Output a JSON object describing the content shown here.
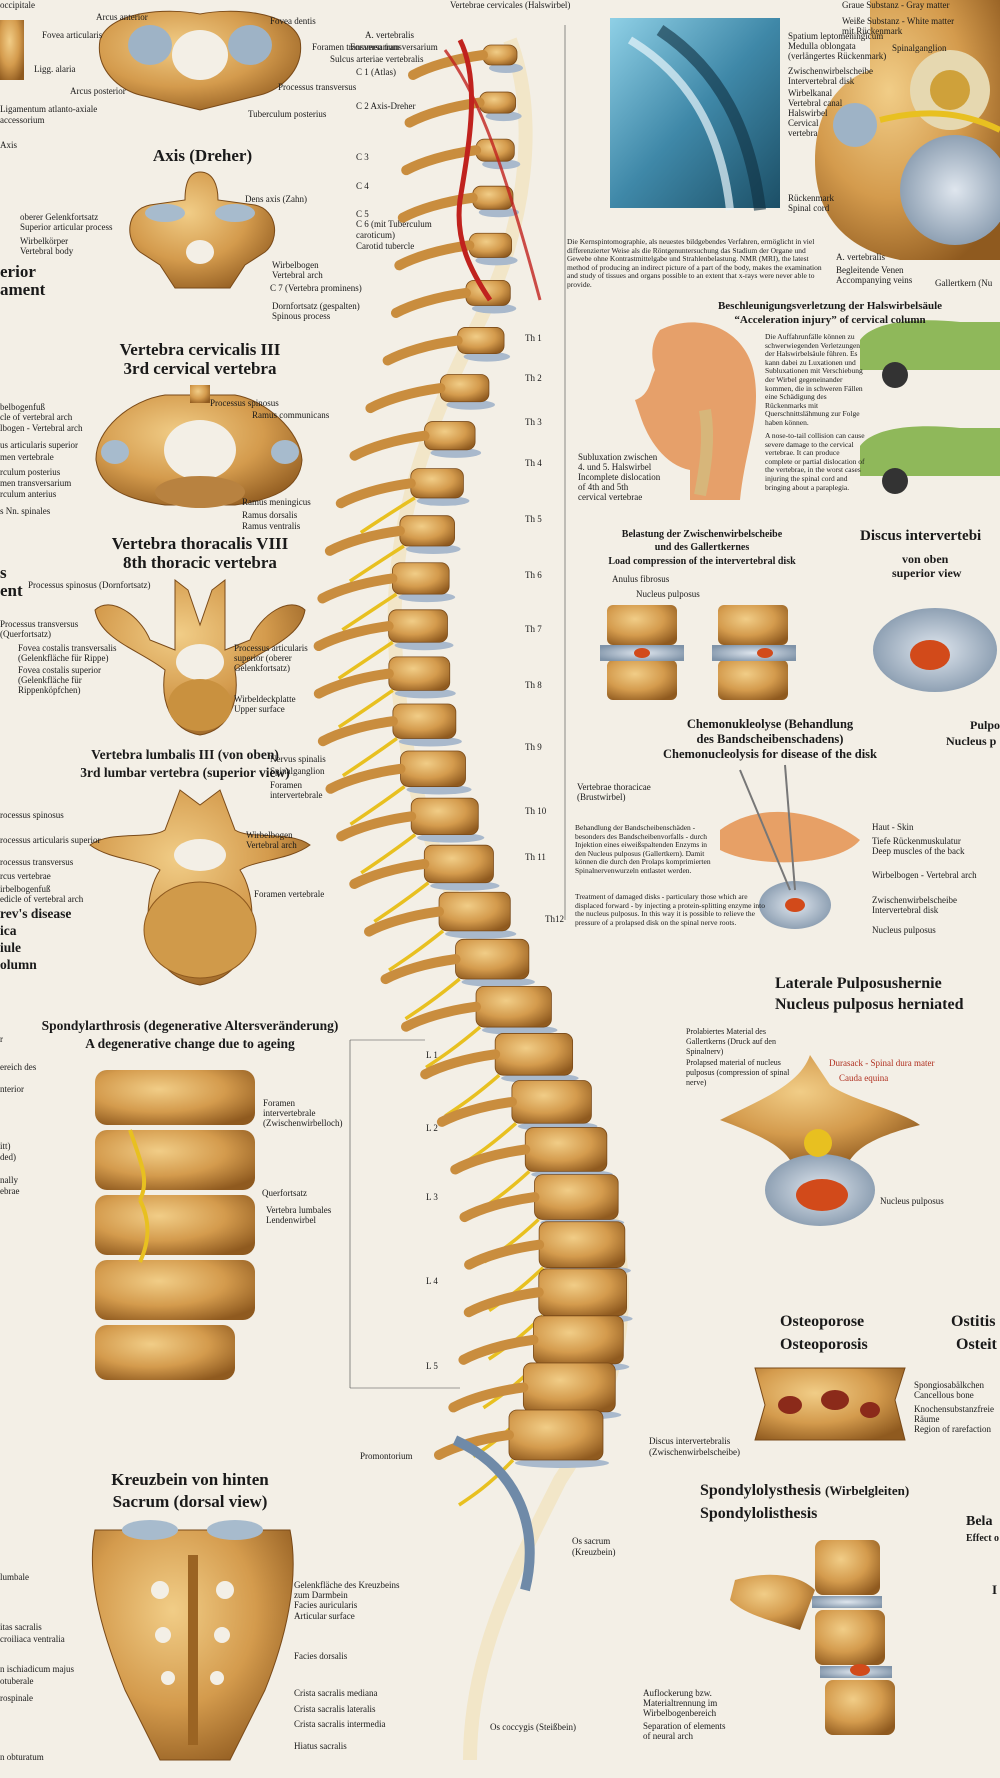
{
  "top_left": {
    "occipitale": "occipitale",
    "arcus_anterior": "Arcus anterior",
    "fovea_dentis": "Fovea dentis",
    "fovea_articularis": "Fovea articularis",
    "foramen_transversarium": "Foramen transversarium",
    "ligg_alaria": "Ligg. alaria",
    "processus_transversus": "Processus transversus",
    "arcus_posterior": "Arcus posterior",
    "ligamentum": "Ligamentum atlanto-axiale",
    "accessorium": "accessorium",
    "tuberculum_posterius": "Tuberculum posterius",
    "axis": "Axis"
  },
  "axis_section": {
    "title": "Axis (Dreher)",
    "dens": "Dens axis (Zahn)",
    "oberer": "oberer Gelenkfortsatz",
    "superior_articular": "Superior articular process",
    "wirbelkorper": "Wirbelkörper",
    "vertebral_body": "Vertebral body",
    "wirbelbogen": "Wirbelbogen",
    "vertebral_arch": "Vertebral arch",
    "dornfortsatz": "Dornfortsatz (gespalten)",
    "spinous": "Spinous process",
    "cut_1": "erior",
    "cut_2": "ament"
  },
  "cervical_section": {
    "title1": "Vertebra cervicalis III",
    "title2": "3rd cervical vertebra",
    "processus_spinosus": "Processus spinosus",
    "ramus_communicans": "Ramus communicans",
    "bogenfuss": "belbogenfuß",
    "cle_arch": "cle of vertebral arch",
    "bogen_arch": "lbogen - Vertebral arch",
    "articularis_sup": "us articularis superior",
    "men_vertebrale": "men vertebrale",
    "culum_posterius": "rculum posterius",
    "transversarium": "men transversarium",
    "culum_anterius": "rculum anterius",
    "nn_spinales": "s Nn. spinales"
  },
  "thoracic_section": {
    "title1": "Vertebra thoracalis VIII",
    "title2": "8th thoracic vertebra",
    "processus_spinosus": "Processus spinosus (Dornfortsatz)",
    "transversus1": "Processus transversus",
    "transversus2": "(Querfortsatz)",
    "fovea_trans1": "Fovea costalis transversalis",
    "fovea_trans2": "(Gelenkfläche für Rippe)",
    "fovea_sup1": "Fovea costalis superior",
    "fovea_sup2": "(Gelenkfläche für",
    "fovea_sup3": "Rippenköpfchen)",
    "art_sup1": "Processus articularis",
    "art_sup2": "superior (oberer",
    "art_sup3": "Gelenkfortsatz)",
    "deckplatte1": "Wirbeldeckplatte",
    "deckplatte2": "Upper surface",
    "cut_1": "s",
    "cut_2": "ent"
  },
  "lumbar_section": {
    "title1": "Vertebra lumbalis III (von oben)",
    "title2": "3rd lumbar vertebra (superior view)",
    "spinosus": "rocessus spinosus",
    "art_sup": "rocessus articularis superior",
    "transversus": "rocessus transversus",
    "arcus_vert": "rcus vertebrae",
    "bogenfuss": "irbelbogenfuß",
    "pedicle": "edicle of vertebral arch",
    "wirbelbogen": "Wirbelbogen",
    "vert_arch": "Vertebral arch",
    "foramen": "Foramen vertebrale",
    "disease1": "rev's disease",
    "disease2": "ica",
    "disease3": "iule",
    "disease4": "olumn"
  },
  "spondylarthrosis": {
    "title1": "Spondylarthrosis (degenerative Altersveränderung)",
    "title2": "A degenerative change due to ageing",
    "foramen1": "Foramen",
    "foramen2": "intervertebrale",
    "foramen3": "(Zwischenwirbelloch)",
    "querfortsatz": "Querfortsatz",
    "lumbales1": "Vertebra lumbales",
    "lumbales2": "Lendenwirbel",
    "left_cut": [
      "r",
      "ereich des",
      "nterior",
      "itt)",
      "ded)",
      "nally",
      "ebrae"
    ]
  },
  "sacrum": {
    "title1": "Kreuzbein von hinten",
    "title2": "Sacrum (dorsal view)",
    "gelenk1": "Gelenkfläche des Kreuzbeins",
    "gelenk2": "zum Darmbein",
    "gelenk3": "Facies auricularis",
    "gelenk4": "Articular surface",
    "facies_dorsalis": "Facies dorsalis",
    "crista_mediana": "Crista sacralis mediana",
    "crista_lateralis": "Crista sacralis lateralis",
    "crista_intermedia": "Crista sacralis intermedia",
    "hiatus": "Hiatus sacralis",
    "left_cut": [
      "lumbale",
      "itas sacralis",
      "croiliaca ventralia",
      "n ischiadicum majus",
      "otuberale",
      "rospinale",
      "n obturatum"
    ]
  },
  "spine": {
    "vertebrae_cervicales": "Vertebrae cervicales (Halswirbel)",
    "a_vertebralis": "A. vertebralis",
    "foramen_transversarium": "Foramen transversarium",
    "sulcus": "Sulcus arteriae vertebralis",
    "c1": "C 1 (Atlas)",
    "c2": "C 2 Axis-Dreher",
    "c3": "C 3",
    "c4": "C 4",
    "c5": "C 5",
    "c6a": "C 6 (mit Tuberculum",
    "c6b": "caroticum)",
    "carotid": "Carotid tubercle",
    "c7": "C 7 (Vertebra prominens)",
    "ramus_meningicus": "Ramus meningicus",
    "ramus_dorsalis": "Ramus dorsalis",
    "ramus_ventralis": "Ramus ventralis",
    "nervus_spinalis": "Nervus spinalis",
    "spinalganglion": "Spinalganglion",
    "foramen_iv1": "Foramen",
    "foramen_iv2": "intervertebrale",
    "th_labels": [
      "Th 1",
      "Th 2",
      "Th 3",
      "Th 4",
      "Th 5",
      "Th 6",
      "Th 7",
      "Th 8",
      "Th 9",
      "Th 10",
      "Th 11",
      "Th12"
    ],
    "thoracicae1": "Vertebrae thoracicae",
    "thoracicae2": "(Brustwirbel)",
    "l_labels": [
      "L 1",
      "L 2",
      "L 3",
      "L 4",
      "L 5"
    ],
    "promontorium": "Promontorium",
    "discus1": "Discus intervertebralis",
    "discus2": "(Zwischenwirbelscheibe)",
    "sacrum1": "Os sacrum",
    "sacrum2": "(Kreuzbein)",
    "coccygis": "Os coccygis (Steißbein)"
  },
  "mri": {
    "spatium1": "Spatium leptomeningicum",
    "medulla1": "Medulla oblongata",
    "medulla2": "(verlängertes Rückenmark)",
    "zwischen1": "Zwischenwirbelscheibe",
    "zwischen2": "Intervertebral disk",
    "kanal1": "Wirbelkanal",
    "kanal2": "Vertebral canal",
    "halswirbel1": "Halswirbel",
    "halswirbel2": "Cervical",
    "halswirbel3": "vertebra",
    "ruckenmark1": "Rückenmark",
    "ruckenmark2": "Spinal cord",
    "caption": "Die Kernspintomographie, als neuestes bildgebendes Verfahren, ermöglicht in viel differenzierter Weise als die Röntgenuntersuchung das Stadium der Organe und Gewebe ohne Kontrastmittelgabe und Strahlenbelastung. NMR (MRI), the latest method of producing an indirect picture of a part of the body, makes the examination and study of tissues and organs possible to an extent that x-rays were never able to provide."
  },
  "top_right": {
    "graue": "Graue Substanz - Gray matter",
    "weisse1": "Weiße Substanz - White matter",
    "weisse2": "mit Rückenmark",
    "spinalganglion": "Spinalganglion",
    "a_vert": "A. vertebralis",
    "venen1": "Begleitende Venen",
    "venen2": "Accompanying veins",
    "gallertkern": "Gallertkern (Nu"
  },
  "acceleration": {
    "title1": "Beschleunigungsverletzung der Halswirbelsäule",
    "title2": "“Acceleration injury” of cervical column",
    "german": "Die Auffahrunfälle können zu schwerwiegenden Verletzungen der Halswirbelsäule führen. Es kann dabei zu Luxationen und Subluxationen mit Verschiebung der Wirbel gegeneinander kommen, die in schweren Fällen eine Schädigung des Rückenmarks mit Querschnittslähmung zur Folge haben können.",
    "english": "A nose-to-tail collision can cause severe damage to the cervical vertebrae. It can produce complete or partial dislocation of the vertebrae, in the worst cases injuring the spinal cord and bringing about a paraplegia.",
    "sub1": "Subluxation zwischen",
    "sub2": "4. und 5. Halswirbel",
    "sub3": "Incomplete dislocation",
    "sub4": "of 4th and 5th",
    "sub5": "cervical vertebrae"
  },
  "load": {
    "title1": "Belastung der Zwischenwirbelscheibe",
    "title2": "und des Gallertkernes",
    "title3": "Load compression of the intervertebral disk",
    "anulus": "Anulus fibrosus",
    "nucleus": "Nucleus pulposus"
  },
  "discus_right": {
    "title1": "Discus intervertebi",
    "sub1": "von oben",
    "sub2": "superior view",
    "pulp1": "Pulpo",
    "pulp2": "Nucleus p"
  },
  "chemo": {
    "title1": "Chemonukleolyse (Behandlung",
    "title2": "des Bandscheibenschadens)",
    "title3": "Chemonucleolysis for disease of the disk",
    "german": "Behandlung der Bandscheibenschäden - besonders des Bandscheibenvorfalls - durch Injektion eines eiweißspaltenden Enzyms in den Nucleus pulposus (Gallertkern). Damit können die durch den Prolaps komprimierten Spinalnervenwurzeln entlastet werden.",
    "english": "Treatment of damaged disks - particulary those which are displaced forward - by injecting a protein-splitting enzyme into the nucleus pulposus. In this way it is possible to relieve the pressure of a prolapsed disk on the spinal nerve roots.",
    "haut": "Haut - Skin",
    "tiefe1": "Tiefe Rückenmuskulatur",
    "tiefe2": "Deep muscles of the back",
    "bogen": "Wirbelbogen - Vertebral arch",
    "zwischen1": "Zwischenwirbelscheibe",
    "zwischen2": "Intervertebral disk",
    "nucleus": "Nucleus pulposus"
  },
  "hernia": {
    "title1": "Laterale Pulposushernie",
    "title2": "Nucleus pulposus herniated",
    "prol_de": "Prolabiertes Material des Gallertkerns (Druck auf den Spinalnerv)",
    "prol_en": "Prolapsed material of nucleus pulposus (compression of spinal nerve)",
    "durasack": "Durasack - Spinal dura mater",
    "cauda": "Cauda equina",
    "nucleus": "Nucleus pulposus"
  },
  "osteo": {
    "title1": "Osteoporose",
    "title2": "Osteoporosis",
    "spongiosa1": "Spongiosabälkchen",
    "spongiosa2": "Cancellous bone",
    "knochen1": "Knochensubstanzfreie",
    "knochen2": "Räume",
    "knochen3": "Region of rarefaction",
    "ostitis1": "Ostitis",
    "ostitis2": "Osteit"
  },
  "spondylo": {
    "title1": "Spondylolysthesis",
    "title1b": "(Wirbelgleiten)",
    "title2": "Spondylolisthesis",
    "aufl1": "Auflockerung bzw.",
    "aufl2": "Materialtrennung im",
    "aufl3": "Wirbelbogenbereich",
    "aufl4": "Separation of elements",
    "aufl5": "of neural arch",
    "bela1": "Bela",
    "bela2": "Effect o",
    "cut_i": "I"
  },
  "colors": {
    "background": "#f3efe6",
    "bone": "#d9a457",
    "bone_dark": "#9b6423",
    "disc": "#a9b9cc",
    "nerve": "#e8c020",
    "artery": "#c0221e",
    "mri": "#5aa0bf"
  }
}
